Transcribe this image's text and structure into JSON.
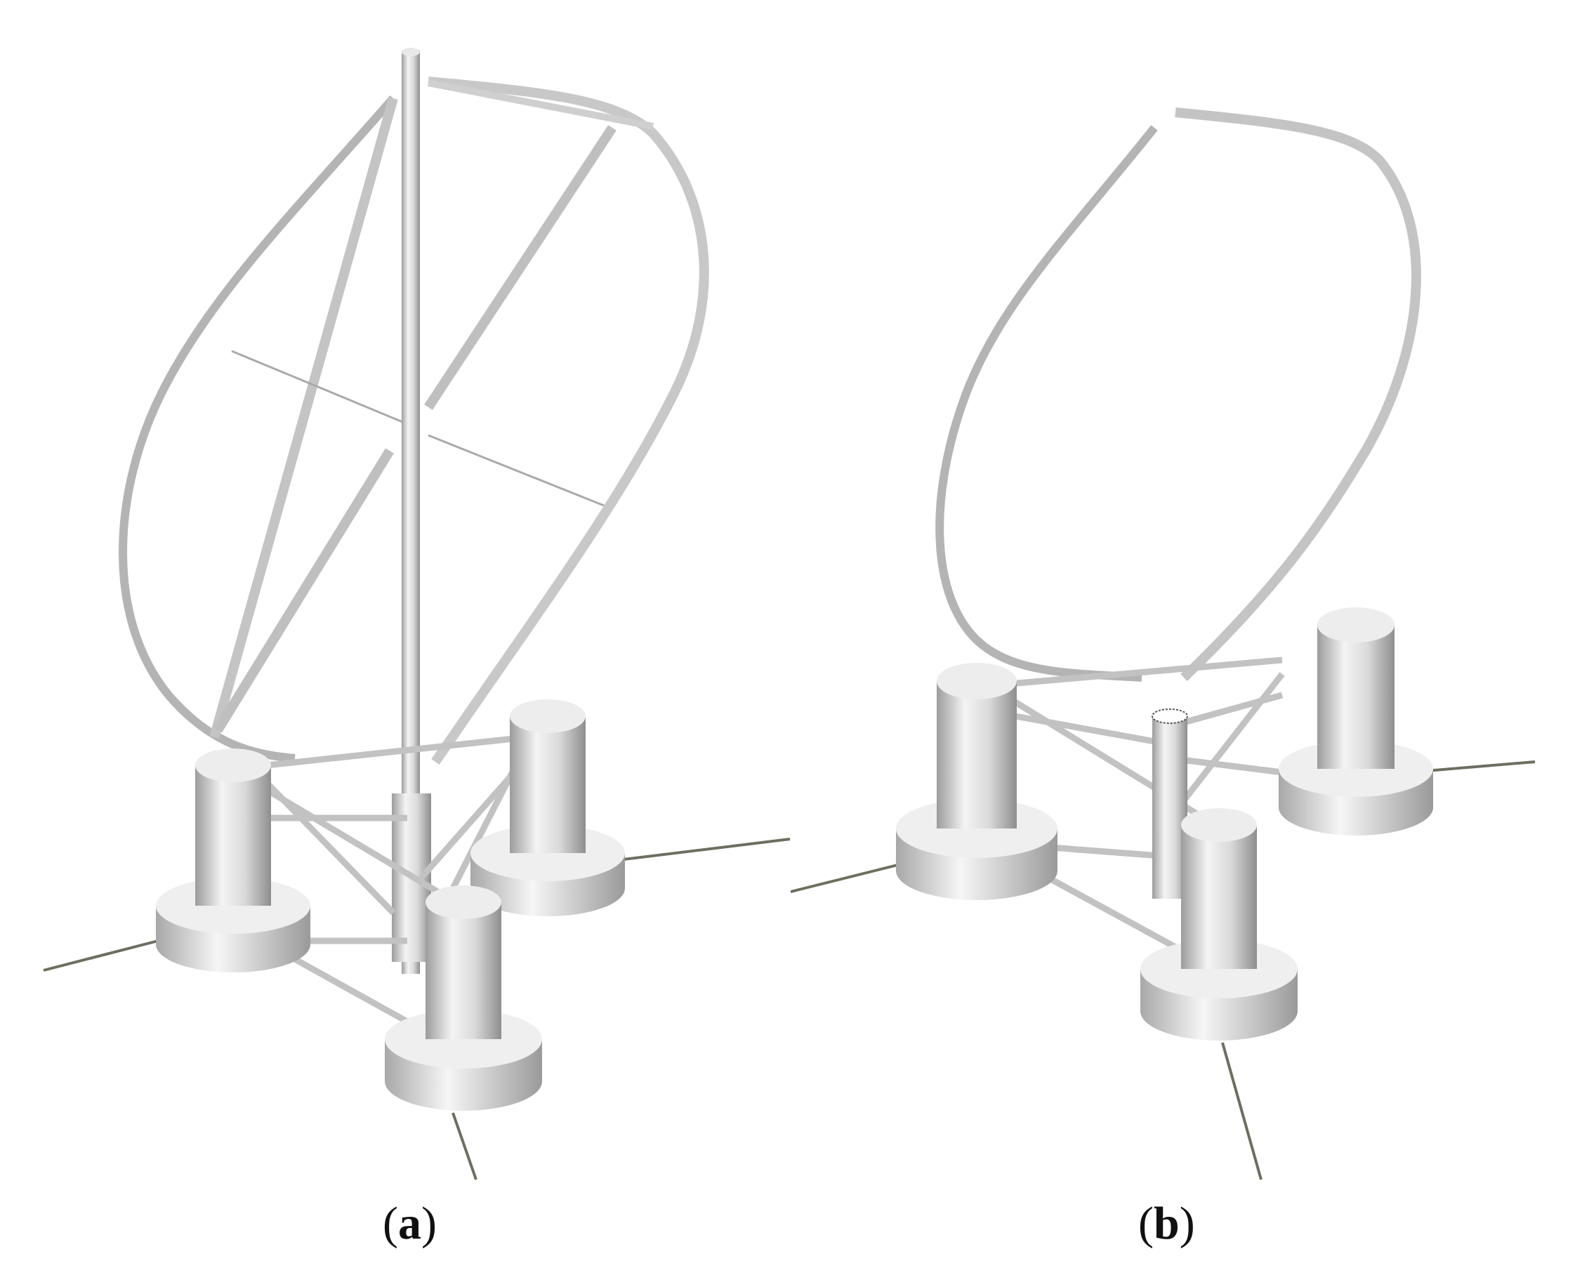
{
  "figure": {
    "panels": [
      {
        "id": "a",
        "letter": "a",
        "description_icon": "turbine-with-central-shaft-icon"
      },
      {
        "id": "b",
        "letter": "b",
        "description_icon": "turbine-without-shaft-icon"
      }
    ]
  },
  "colors": {
    "background": "#ffffff",
    "metal_light": "#f2f2f2",
    "metal_mid": "#c8c8c8",
    "metal_dark": "#9a9a9a",
    "mooring_line": "#6e6e60"
  }
}
